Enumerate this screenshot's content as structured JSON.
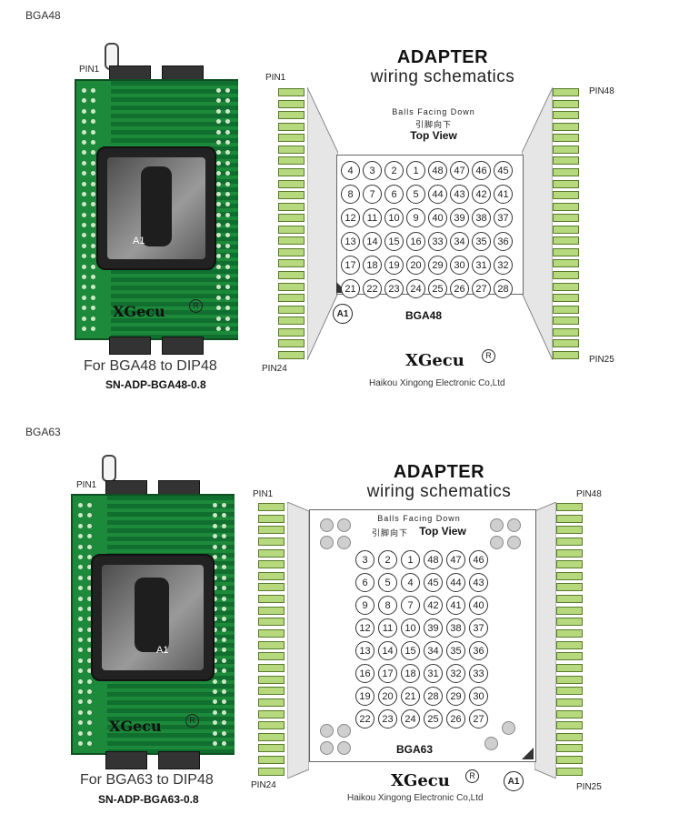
{
  "sections": [
    {
      "id": "bga48",
      "label": "BGA48",
      "pin1_board": "PIN1",
      "a1_board": "A1",
      "board_brand": "XGecu",
      "registered": "R",
      "caption": "For BGA48  to  DIP48",
      "model": "SN-ADP-BGA48-0.8",
      "title": "ADAPTER",
      "subtitle": "wiring schematics",
      "note_en": "Balls Facing Down",
      "note_cn": "引脚向下",
      "top_view": "Top View",
      "pin_tl": "PIN1",
      "pin_bl": "PIN24",
      "pin_tr": "PIN48",
      "pin_br": "PIN25",
      "package": "BGA48",
      "a1": "A1",
      "brand": "XGecu",
      "company": "Haikou Xingong Electronic Co,Ltd",
      "grid": [
        [
          "4",
          "3",
          "2",
          "1",
          "48",
          "47",
          "46",
          "45"
        ],
        [
          "8",
          "7",
          "6",
          "5",
          "44",
          "43",
          "42",
          "41"
        ],
        [
          "12",
          "11",
          "10",
          "9",
          "40",
          "39",
          "38",
          "37"
        ],
        [
          "13",
          "14",
          "15",
          "16",
          "33",
          "34",
          "35",
          "36"
        ],
        [
          "17",
          "18",
          "19",
          "20",
          "29",
          "30",
          "31",
          "32"
        ],
        [
          "21",
          "22",
          "23",
          "24",
          "25",
          "26",
          "27",
          "28"
        ]
      ]
    },
    {
      "id": "bga63",
      "label": "BGA63",
      "pin1_board": "PIN1",
      "a1_board": "A1",
      "board_brand": "XGecu",
      "registered": "R",
      "caption": "For BGA63  to  DIP48",
      "model": "SN-ADP-BGA63-0.8",
      "title": "ADAPTER",
      "subtitle": "wiring schematics",
      "note_en": "Balls Facing Down",
      "note_cn": "引脚向下",
      "top_view": "Top View",
      "pin_tl": "PIN1",
      "pin_bl": "PIN24",
      "pin_tr": "PIN48",
      "pin_br": "PIN25",
      "package": "BGA63",
      "a1": "A1",
      "brand": "XGecu",
      "company": "Haikou Xingong Electronic Co,Ltd",
      "grid": [
        [
          "3",
          "2",
          "1",
          "48",
          "47",
          "46"
        ],
        [
          "6",
          "5",
          "4",
          "45",
          "44",
          "43"
        ],
        [
          "9",
          "8",
          "7",
          "42",
          "41",
          "40"
        ],
        [
          "12",
          "11",
          "10",
          "39",
          "38",
          "37"
        ],
        [
          "13",
          "14",
          "15",
          "34",
          "35",
          "36"
        ],
        [
          "16",
          "17",
          "18",
          "31",
          "32",
          "33"
        ],
        [
          "19",
          "20",
          "21",
          "28",
          "29",
          "30"
        ],
        [
          "22",
          "23",
          "24",
          "25",
          "26",
          "27"
        ]
      ]
    }
  ],
  "colors": {
    "board_green": "#1d8a3b",
    "pin_green": "#b5d97c"
  }
}
